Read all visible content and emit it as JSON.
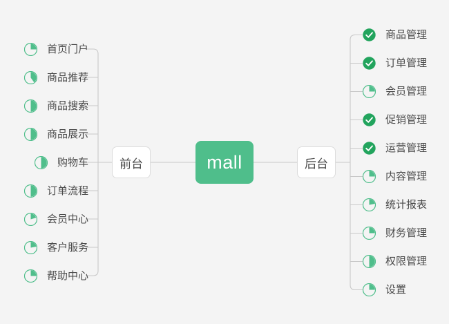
{
  "diagram": {
    "type": "mindmap",
    "background_color": "#f4f4f4",
    "accent_color": "#4FBE8B",
    "check_color": "#22A45D",
    "text_color": "#4a4a4a",
    "connector_color": "#c8c8c8",
    "root": {
      "label": "mall",
      "style": "filled-green-rounded-rect"
    },
    "branches": [
      {
        "id": "frontend",
        "label": "前台",
        "side": "left",
        "items": [
          {
            "label": "首页门户",
            "icon": "pie-progress-icon",
            "progress": 25,
            "status": "in-progress"
          },
          {
            "label": "商品推荐",
            "icon": "pie-progress-icon",
            "progress": 40,
            "status": "in-progress"
          },
          {
            "label": "商品搜索",
            "icon": "pie-progress-icon",
            "progress": 50,
            "status": "in-progress"
          },
          {
            "label": "商品展示",
            "icon": "pie-progress-icon",
            "progress": 50,
            "status": "in-progress"
          },
          {
            "label": "购物车",
            "icon": "pie-progress-icon",
            "progress": 50,
            "status": "in-progress"
          },
          {
            "label": "订单流程",
            "icon": "pie-progress-icon",
            "progress": 50,
            "status": "in-progress"
          },
          {
            "label": "会员中心",
            "icon": "pie-progress-icon",
            "progress": 20,
            "status": "in-progress"
          },
          {
            "label": "客户服务",
            "icon": "pie-progress-icon",
            "progress": 22,
            "status": "in-progress"
          },
          {
            "label": "帮助中心",
            "icon": "pie-progress-icon",
            "progress": 25,
            "status": "in-progress"
          }
        ]
      },
      {
        "id": "backend",
        "label": "后台",
        "side": "right",
        "items": [
          {
            "label": "商品管理",
            "icon": "check-circle-icon",
            "progress": 100,
            "status": "done"
          },
          {
            "label": "订单管理",
            "icon": "check-circle-icon",
            "progress": 100,
            "status": "done"
          },
          {
            "label": "会员管理",
            "icon": "pie-progress-icon",
            "progress": 25,
            "status": "in-progress"
          },
          {
            "label": "促销管理",
            "icon": "check-circle-icon",
            "progress": 100,
            "status": "done"
          },
          {
            "label": "运营管理",
            "icon": "check-circle-icon",
            "progress": 100,
            "status": "done"
          },
          {
            "label": "内容管理",
            "icon": "pie-progress-icon",
            "progress": 25,
            "status": "in-progress"
          },
          {
            "label": "统计报表",
            "icon": "pie-progress-icon",
            "progress": 22,
            "status": "in-progress"
          },
          {
            "label": "财务管理",
            "icon": "pie-progress-icon",
            "progress": 25,
            "status": "in-progress"
          },
          {
            "label": "权限管理",
            "icon": "pie-progress-icon",
            "progress": 50,
            "status": "in-progress"
          },
          {
            "label": "设置",
            "icon": "pie-progress-icon",
            "progress": 25,
            "status": "in-progress"
          }
        ]
      }
    ]
  }
}
